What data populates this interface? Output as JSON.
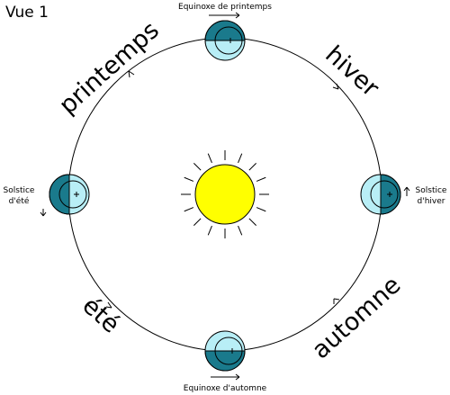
{
  "view_label": "Vue 1",
  "seasons": {
    "spring": "printemps",
    "winter": "hiver",
    "summer": "été",
    "autumn": "automne"
  },
  "events": {
    "spring_equinox": "Equinoxe de printemps",
    "autumn_equinox": "Equinoxe d'automne",
    "summer_solstice": [
      "Solstice",
      "d'été"
    ],
    "winter_solstice": [
      "Solstice",
      "d'hiver"
    ]
  },
  "colors": {
    "sun": "#ffff00",
    "earth_dark": "#1a7a8c",
    "earth_light": "#b8eef6",
    "orbit": "#000000"
  }
}
